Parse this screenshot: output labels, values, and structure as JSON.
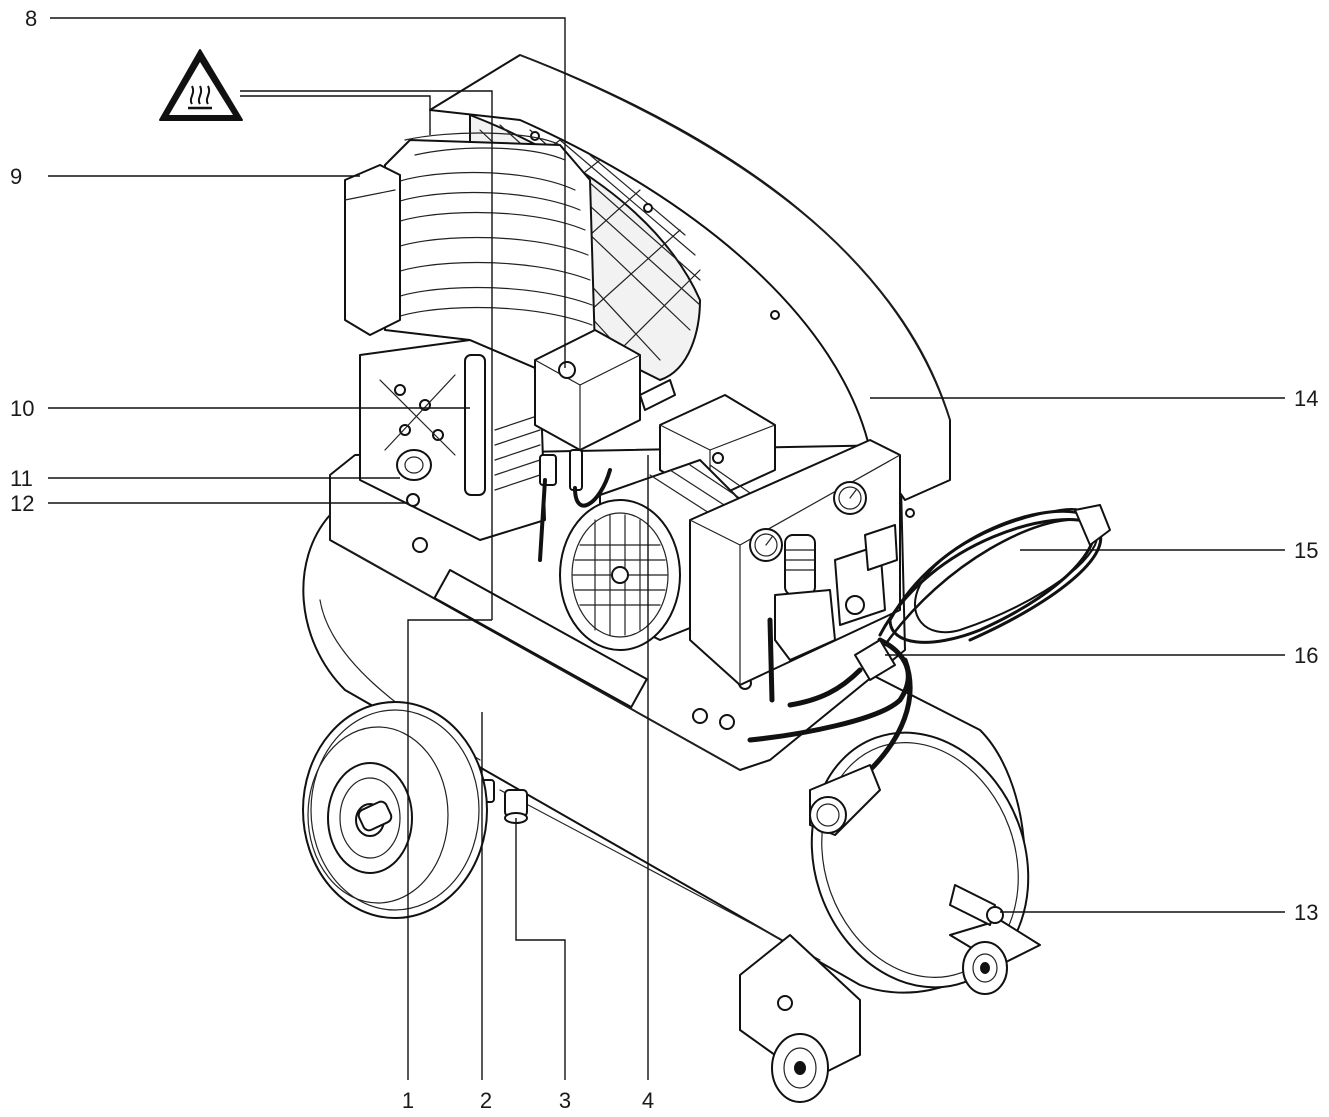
{
  "diagram": {
    "callouts": [
      {
        "id": "c1",
        "label": "1"
      },
      {
        "id": "c2",
        "label": "2"
      },
      {
        "id": "c3",
        "label": "3"
      },
      {
        "id": "c4",
        "label": "4"
      },
      {
        "id": "c8",
        "label": "8"
      },
      {
        "id": "c9",
        "label": "9"
      },
      {
        "id": "c10",
        "label": "10"
      },
      {
        "id": "c11",
        "label": "11"
      },
      {
        "id": "c12",
        "label": "12"
      },
      {
        "id": "c13",
        "label": "13"
      },
      {
        "id": "c14",
        "label": "14"
      },
      {
        "id": "c15",
        "label": "15"
      },
      {
        "id": "c16",
        "label": "16"
      }
    ],
    "warning_symbol": "hot-surface-warning-icon",
    "colors": {
      "ink": "#111111",
      "paper": "#ffffff"
    }
  }
}
